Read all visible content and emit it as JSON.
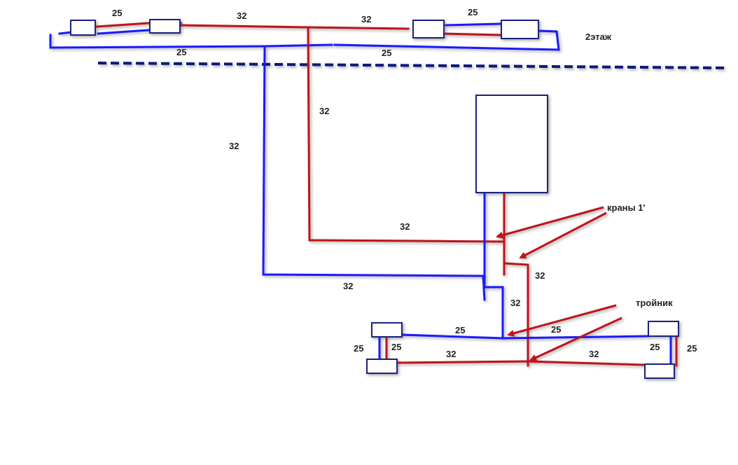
{
  "colors": {
    "supply": "#c0121a",
    "return": "#1a1aff",
    "outline": "#1a237e",
    "floor_line": "#0d1a7a"
  },
  "labels": {
    "floor2": "2этаж",
    "cranes": "краны 1'",
    "tee": "тройник",
    "d25": "25",
    "d32": "32"
  }
}
